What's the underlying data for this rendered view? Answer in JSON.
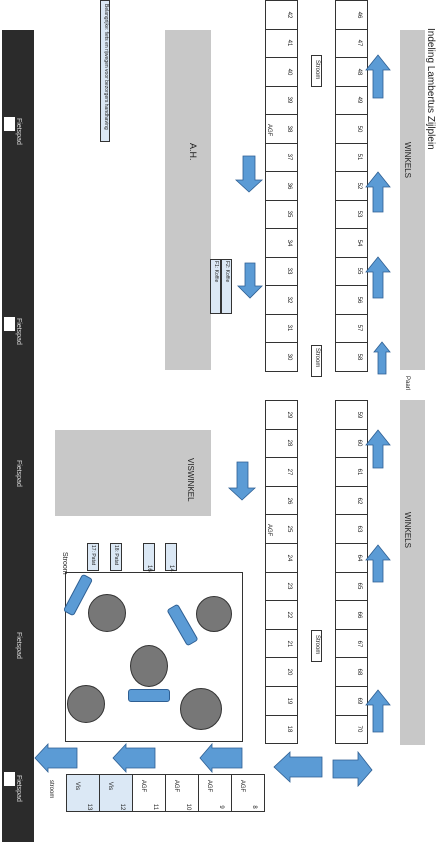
{
  "title": "Indeling Lambertus Zijlplein",
  "labels": {
    "winkels_top": "WINKELS",
    "winkels_bottom": "WINKELS",
    "ah": "A.H.",
    "viswinkel": "VISWINKEL",
    "parking_note": "Belangrijke: fiets en rijwegen voor bezorgers handhaving",
    "stroom": "Stroom",
    "stroom_lower": "stroom",
    "fietspad": "Fietspad",
    "paar": "Paarl",
    "agf": "AGF",
    "vis": "Vis",
    "koffie_1": "F1: Koffie",
    "koffie_2": "F2: Koffie",
    "patat_18": "18: Patat",
    "patat_17": "17: Patat",
    "stall_16": "16",
    "stall_14": "14"
  },
  "top_row_1": [
    "42",
    "41",
    "40",
    "39",
    "38",
    "37",
    "36",
    "35",
    "34",
    "33",
    "32",
    "31",
    "30"
  ],
  "top_row_2": [
    "46",
    "47",
    "48",
    "49",
    "50",
    "51",
    "52",
    "53",
    "54",
    "55",
    "56",
    "57",
    "58"
  ],
  "bot_row_1": [
    "29",
    "28",
    "27",
    "26",
    "25",
    "24",
    "23",
    "22",
    "21",
    "20",
    "19",
    "18"
  ],
  "bot_row_2": [
    "59",
    "60",
    "61",
    "62",
    "63",
    "64",
    "65",
    "66",
    "67",
    "68",
    "69",
    "70"
  ],
  "bottom_stalls": [
    "8",
    "9",
    "10",
    "11",
    "12",
    "13"
  ],
  "bottom_stall_types": [
    "AGF",
    "AGF",
    "AGF",
    "AGF",
    "Vis",
    "Vis"
  ],
  "colors": {
    "dark_strip": "#2b2b2b",
    "gray": "#c8c8c8",
    "arrow": "#5b9bd5",
    "circle": "#777777"
  }
}
